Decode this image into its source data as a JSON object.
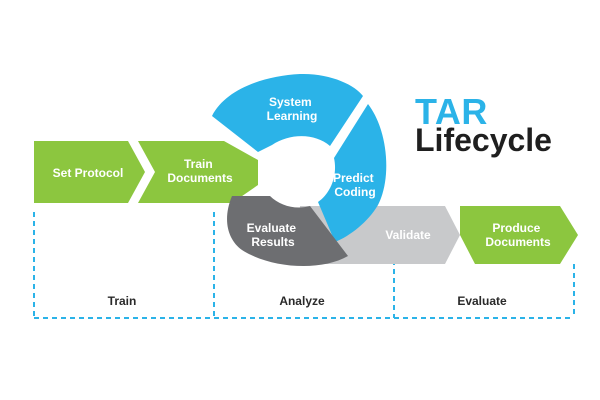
{
  "title": {
    "line1": "TAR",
    "line2": "Lifecycle"
  },
  "steps": {
    "set_protocol": "Set Protocol",
    "train_documents": [
      "Train",
      "Documents"
    ],
    "system_learning": [
      "System",
      "Learning"
    ],
    "predict_coding": [
      "Predict",
      "Coding"
    ],
    "evaluate_results": [
      "Evaluate",
      "Results"
    ],
    "validate": "Validate",
    "produce_documents": [
      "Produce",
      "Documents"
    ]
  },
  "phases": {
    "train": "Train",
    "analyze": "Analyze",
    "evaluate": "Evaluate"
  },
  "colors": {
    "green": "#8cc63f",
    "blue": "#2bb3e8",
    "dark_gray": "#6d6e71",
    "light_gray": "#c8c9cb",
    "dashed": "#2bb3e8",
    "title_accent": "#2bb3e8",
    "title_dark": "#1f1f1f"
  }
}
